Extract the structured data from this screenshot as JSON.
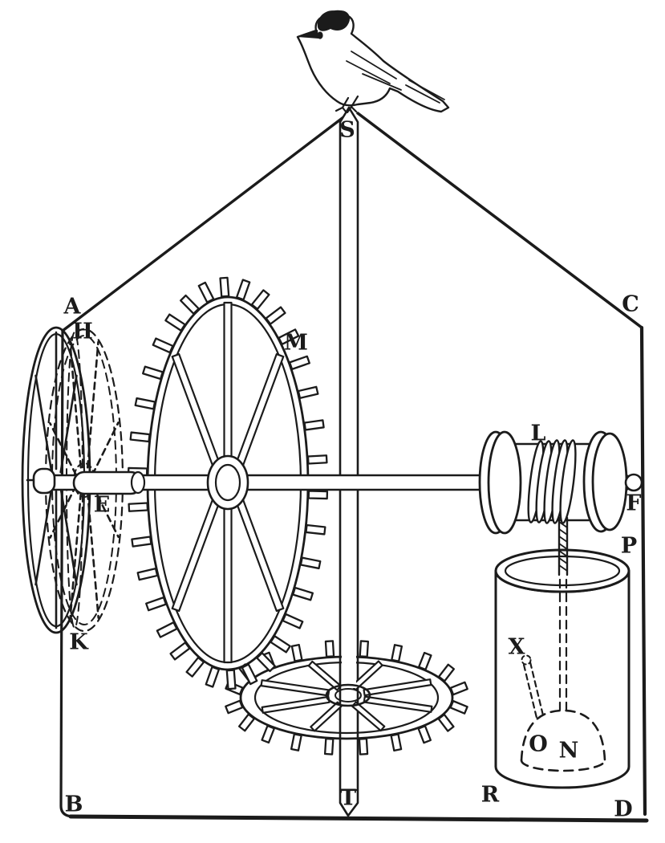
{
  "colors": {
    "ink": "#1b1b1b",
    "paper": "#ffffff"
  },
  "labels": {
    "A": "A",
    "B": "B",
    "C": "C",
    "D": "D",
    "E": "E",
    "F": "F",
    "H": "H",
    "K": "K",
    "L": "L",
    "M": "M",
    "N": "N",
    "O": "O",
    "P": "P",
    "R": "R",
    "S": "S",
    "T": "T",
    "X": "X"
  }
}
